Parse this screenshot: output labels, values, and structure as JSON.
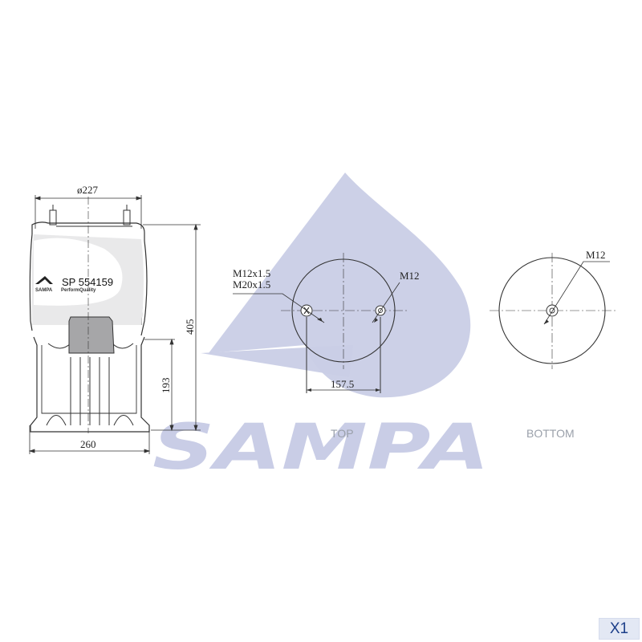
{
  "part_number": "SP 554159",
  "brand": {
    "watermark": "SAMPA",
    "small_logo": "SAMPA",
    "tagline": "PerformQuality",
    "watermark_color": "#c9cde6"
  },
  "dimensions": {
    "top_diameter": "ø227",
    "height_total": "405",
    "height_piston": "193",
    "base_width": "260",
    "bolt_spacing": "157.5"
  },
  "top_view": {
    "label": "TOP",
    "thread_left_1": "M12x1.5",
    "thread_left_2": "M20x1.5",
    "thread_right": "M12"
  },
  "bottom_view": {
    "label": "BOTTOM",
    "thread": "M12"
  },
  "quantity": "X1"
}
